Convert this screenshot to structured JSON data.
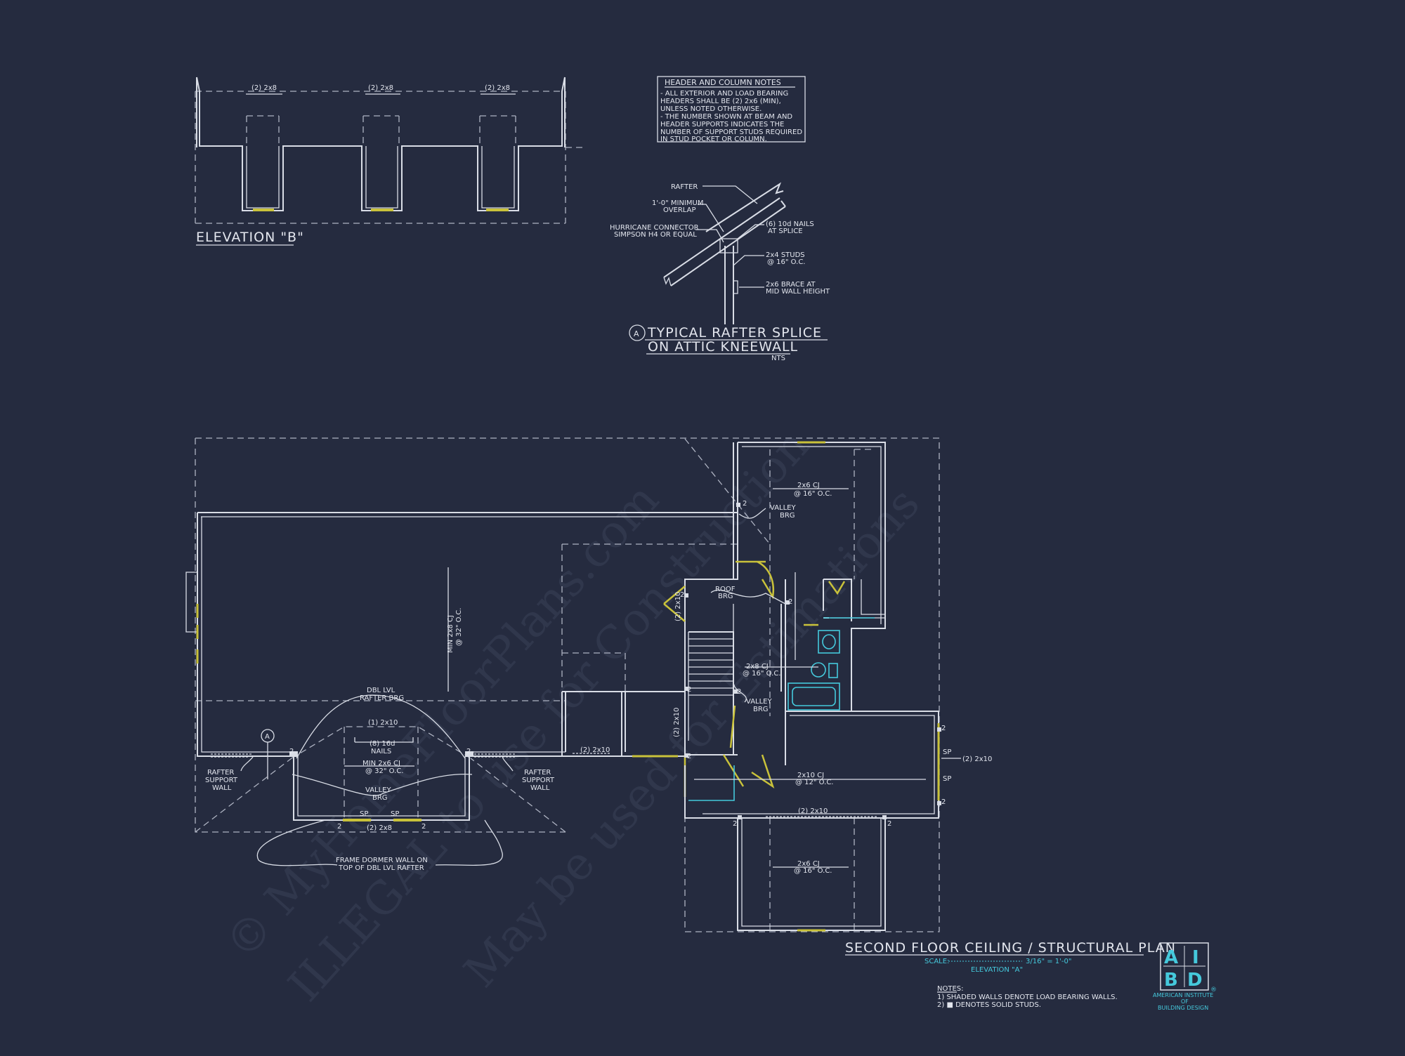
{
  "watermark": {
    "line1": "© MyHomeFloorPlans.com",
    "line2": "ILLEGAL to use for Construction",
    "line3": "May be used for Estimations"
  },
  "elevation_b": {
    "title": "ELEVATION \"B\"",
    "header_labels": [
      "(2) 2x8",
      "(2) 2x8",
      "(2) 2x8"
    ]
  },
  "header_notes": {
    "title": "HEADER AND COLUMN NOTES",
    "lines": [
      "- ALL EXTERIOR AND LOAD BEARING",
      "HEADERS SHALL BE (2) 2x6 (MIN),",
      "UNLESS NOTED OTHERWISE.",
      "- THE NUMBER SHOWN AT BEAM AND",
      "HEADER SUPPORTS INDICATES THE",
      "NUMBER OF SUPPORT STUDS REQUIRED",
      "IN STUD POCKET OR COLUMN."
    ]
  },
  "rafter_splice": {
    "bubble": "A",
    "title_line1": "TYPICAL RAFTER SPLICE",
    "title_line2": "ON ATTIC KNEEWALL",
    "scale": "NTS",
    "labels": {
      "rafter": "RAFTER",
      "overlap1": "1'-0\" MINIMUM",
      "overlap2": "OVERLAP",
      "hurricane1": "HURRICANE CONNECTOR",
      "hurricane2": "SIMPSON H4 OR EQUAL",
      "nails1": "(6) 10d NAILS",
      "nails2": "AT SPLICE",
      "studs1": "2x4 STUDS",
      "studs2": "@ 16\" O.C.",
      "brace1": "2x6 BRACE AT",
      "brace2": "MID WALL HEIGHT"
    }
  },
  "plan": {
    "title": "SECOND FLOOR CEILING / STRUCTURAL PLAN",
    "scale_label": "SCALE:",
    "scale_value": "3/16\" = 1'-0\"",
    "elevation": "ELEVATION \"A\"",
    "notes_title": "NOTES:",
    "notes": [
      "1) SHADED WALLS DENOTE LOAD BEARING WALLS.",
      "2) ■ DENOTES SOLID STUDS."
    ],
    "labels": {
      "cj_top_1": "2x6 CJ",
      "cj_top_2": "@ 16\" O.C.",
      "valley_1": "VALLEY",
      "valley_2": "BRG",
      "min_cj_1": "MIN 2x8 CJ",
      "min_cj_2": "@ 32\" O.C.",
      "roof_brg_1": "ROOF",
      "roof_brg_2": "BRG",
      "left_hdr": "(2) 2x10",
      "cj_mid_1": "2x8 CJ",
      "cj_mid_2": "@ 16\" O.C.",
      "valley_b_1": "VALLEY",
      "valley_b_2": "BRG",
      "dbl_lvl_1": "DBL LVL",
      "dbl_lvl_2": "RAFTER BRG",
      "hdr_2x10": "(1) 2x10",
      "nails_1": "(8) 16d",
      "nails_2": "NAILS",
      "min_2x6_1": "MIN 2x6 CJ",
      "min_2x6_2": "@ 32\" O.C.",
      "valley_c_1": "VALLEY",
      "valley_c_2": "BRG",
      "sp1": "SP",
      "sp2": "SP",
      "hdr_2x8": "(2) 2x8",
      "rsw_l_1": "RAFTER",
      "rsw_l_2": "SUPPORT",
      "rsw_l_3": "WALL",
      "rsw_r_1": "RAFTER",
      "rsw_r_2": "SUPPORT",
      "rsw_r_3": "WALL",
      "hdr_mid": "(2) 2x10",
      "frame_1": "FRAME DORMER WALL ON",
      "frame_2": "TOP OF DBL LVL RAFTER",
      "cj_low_1": "2x10 CJ",
      "cj_low_2": "@ 12\" O.C.",
      "hdr_right": "(2) 2x10",
      "sp_r1": "SP",
      "sp_r2": "SP",
      "hdr_bottom": "(2) 2x10",
      "cj_bot_1": "2x6 CJ",
      "cj_bot_2": "@ 16\" O.C.",
      "bubble": "A",
      "studs_num": "2"
    }
  },
  "logo": {
    "letters": [
      "A",
      "I",
      "B",
      "D"
    ],
    "name_line1": "AMERICAN INSTITUTE",
    "name_line2": "OF",
    "name_line3": "BUILDING DESIGN",
    "mark": "®"
  },
  "colors": {
    "background": "#252b3f",
    "line": "#d9dde6",
    "load_bearing": "#c9c23a",
    "accent": "#45c9dc"
  }
}
